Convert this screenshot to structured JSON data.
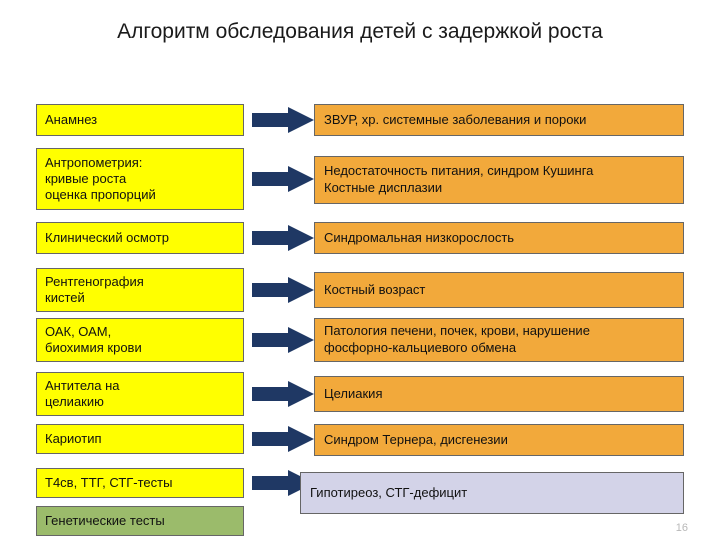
{
  "title": "Алгоритм обследования детей с задержкой роста",
  "page_number": "16",
  "colors": {
    "left_box_bg": "#ffff00",
    "left_box_border": "#666666",
    "arrow": "#1f3864",
    "orange": "#f2a93b",
    "green": "#9bbb6b",
    "lavender": "#d3d3e8",
    "box_border": "#666666"
  },
  "rows": [
    {
      "left": "Анамнез",
      "right": "ЗВУР, хр. системные заболевания и пороки",
      "right_color": "#f2a93b"
    },
    {
      "left": "Антропометрия:\nкривые роста\nоценка пропорций",
      "right": "Недостаточность питания, синдром Кушинга\nКостные дисплазии",
      "right_color": "#f2a93b"
    },
    {
      "left": "Клинический осмотр",
      "right": "Синдромальная низкорослость",
      "right_color": "#f2a93b"
    },
    {
      "left": "Рентгенография\nкистей",
      "right": "Костный возраст",
      "right_color": "#f2a93b"
    },
    {
      "left": "ОАК, ОАМ,\n биохимия крови",
      "right": "Патология печени, почек, крови, нарушение\nфосфорно-кальциевого обмена",
      "right_color": "#f2a93b"
    },
    {
      "left": "Антитела на\nцелиакию",
      "right": "Целиакия",
      "right_color": "#f2a93b"
    },
    {
      "left": "Кариотип",
      "right": "Синдром Тернера, дисгенезии",
      "right_color": "#f2a93b"
    },
    {
      "left": "Т4св, ТТГ, СТГ-тесты",
      "right": "Гипотиреоз, СТГ-дефицит",
      "right_color": "#d3d3e8"
    },
    {
      "left": "Генетические тесты",
      "right": "",
      "right_color": "#9bbb6b"
    }
  ]
}
